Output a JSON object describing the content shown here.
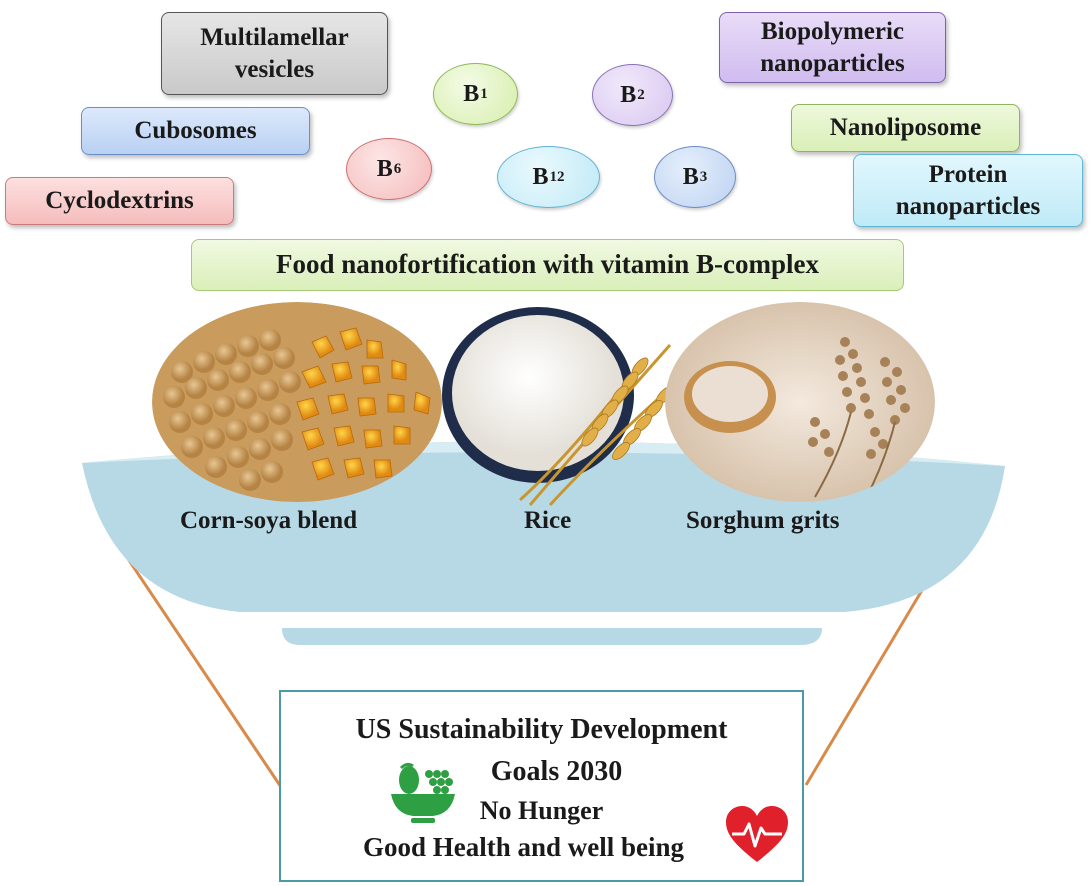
{
  "nanocarriers": {
    "multilamellar": "Multilamellar vesicles",
    "cubosomes": "Cubosomes",
    "cyclodextrins": "Cyclodextrins",
    "biopolymeric": "Biopolymeric nanoparticles",
    "nanoliposome": "Nanoliposome",
    "protein": "Protein nanoparticles"
  },
  "vitamins": {
    "b1": {
      "letter": "B",
      "sub": "1"
    },
    "b2": {
      "letter": "B",
      "sub": "2"
    },
    "b6": {
      "letter": "B",
      "sub": "6"
    },
    "b12": {
      "letter": "B",
      "sub": "12"
    },
    "b3": {
      "letter": "B",
      "sub": "3"
    }
  },
  "title": "Food nanofortification with vitamin B-complex",
  "foods": {
    "corn_soya": "Corn-soya blend",
    "rice": "Rice",
    "sorghum": "Sorghum grits"
  },
  "goals": {
    "line1": "US Sustainability Development",
    "line2": "Goals 2030",
    "line3": "No Hunger",
    "line4": "Good Health and well being"
  },
  "icons": [
    "fruit-bowl-icon",
    "heart-pulse-icon"
  ]
}
